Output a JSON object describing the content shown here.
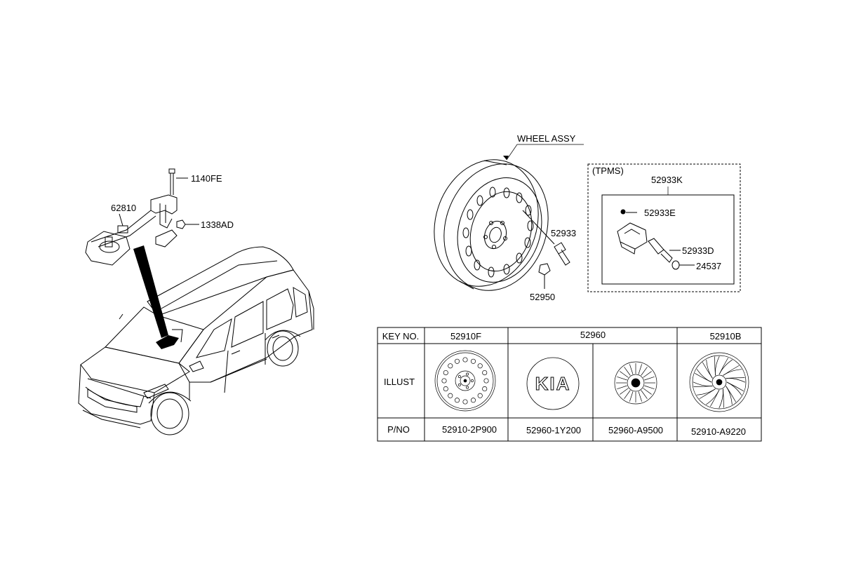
{
  "callouts": {
    "bolt_1140FE": "1140FE",
    "bracket_62810": "62810",
    "nut_1338AD": "1338AD",
    "wheel_assy": "WHEEL ASSY",
    "valve_52933": "52933",
    "nut_52950": "52950",
    "tpms_title": "(TPMS)",
    "tpms_52933K": "52933K",
    "tpms_52933E": "52933E",
    "tpms_52933D": "52933D",
    "tpms_24537": "24537"
  },
  "table": {
    "row_headers": [
      "KEY NO.",
      "ILLUST",
      "P/NO"
    ],
    "key_numbers": [
      "52910F",
      "52960",
      "52910B"
    ],
    "part_numbers": [
      "52910-2P900",
      "52960-1Y200",
      "52960-A9500",
      "52910-A9220"
    ],
    "illustrations": [
      "steel-wheel-icon",
      "kia-emblem-icon",
      "center-cap-icon",
      "wheel-cover-icon"
    ],
    "emblem_text": "KIA"
  }
}
